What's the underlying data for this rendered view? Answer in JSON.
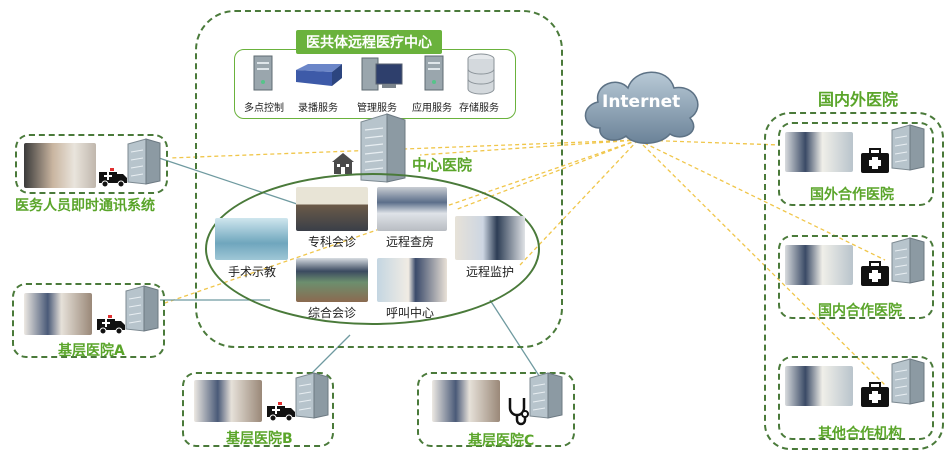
{
  "center": {
    "title": "医共体远程医疗中心",
    "services": [
      {
        "label": "多点控制",
        "icon": "server-icon"
      },
      {
        "label": "录播服务",
        "icon": "recorder-icon"
      },
      {
        "label": "管理服务",
        "icon": "management-icon"
      },
      {
        "label": "应用服务",
        "icon": "server-icon"
      },
      {
        "label": "存储服务",
        "icon": "database-icon"
      }
    ],
    "hospital_label": "中心医院",
    "functions": [
      "专科会诊",
      "远程查房",
      "手术示教",
      "远程监护",
      "综合会诊",
      "呼叫中心"
    ]
  },
  "internet_label": "Internet",
  "nodes": {
    "staff_system": "医务人员即时通讯系统",
    "base_a": "基层医院A",
    "base_b": "基层医院B",
    "base_c": "基层医院C"
  },
  "overseas_group": {
    "title": "国内外医院",
    "items": [
      "国外合作医院",
      "国内合作医院",
      "其他合作机构"
    ]
  },
  "colors": {
    "accent_green": "#5aa52a",
    "dash_border": "#4a7a3a",
    "line_yellow": "#f0c64a",
    "line_teal": "#6f9aa0"
  }
}
